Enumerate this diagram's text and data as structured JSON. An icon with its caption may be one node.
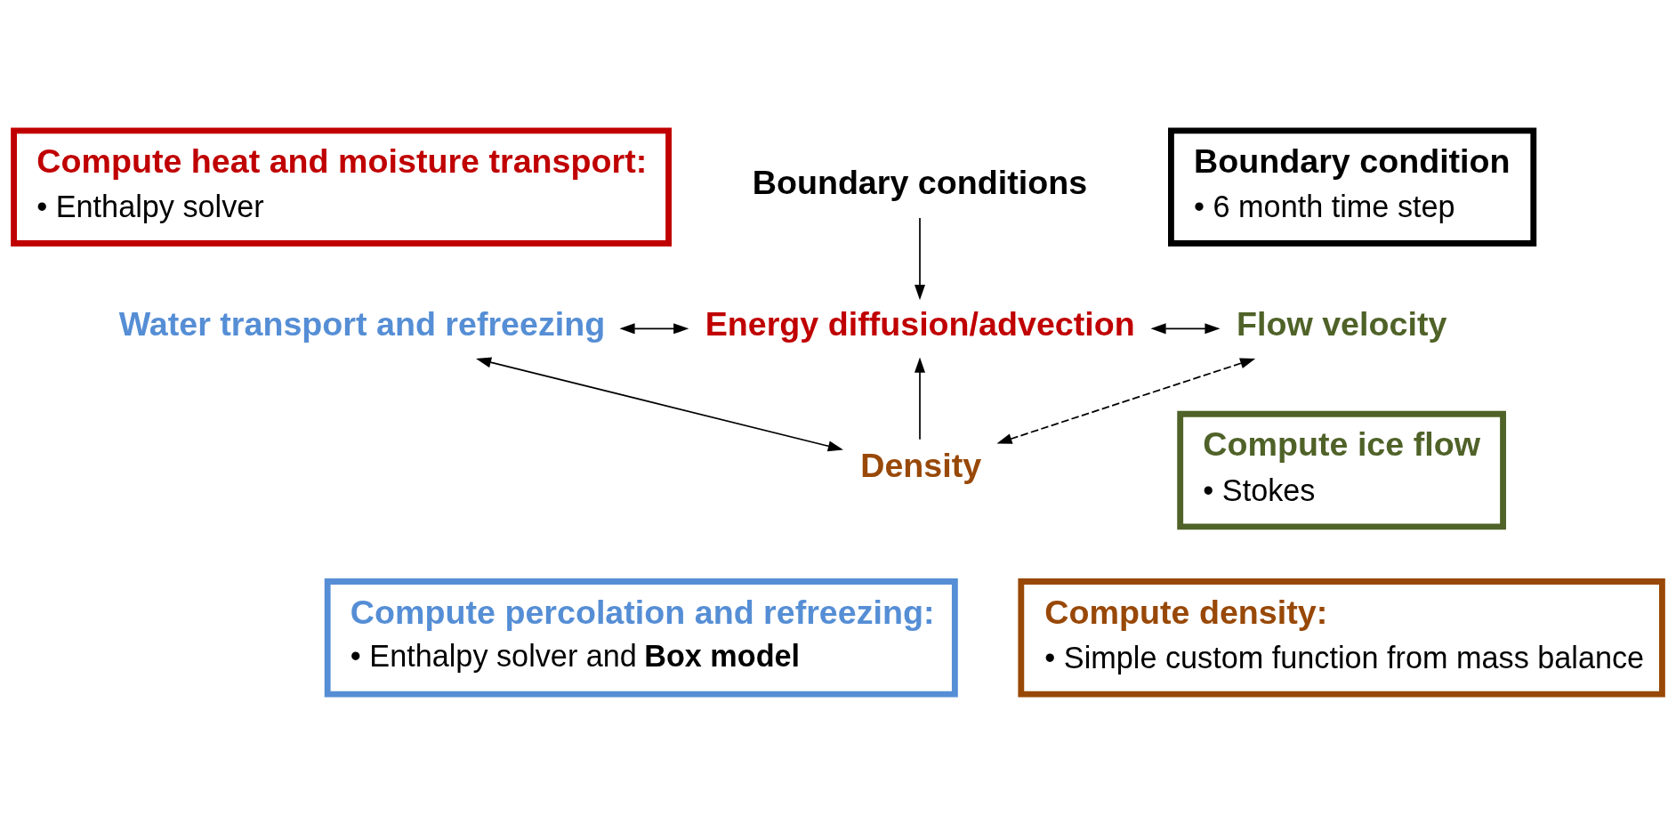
{
  "diagram": {
    "nodes": [
      {
        "text": [
          "Boundary conditions"
        ]
      },
      {
        "text": [
          "Boundary condition",
          "• 6 month time step"
        ]
      },
      {
        "text": [
          "Compute heat and moisture transport:",
          "• Enthalpy solver"
        ]
      },
      {
        "text": [
          "Water transport and refreezing"
        ]
      },
      {
        "text": [
          "Energy diffusion/advection"
        ]
      },
      {
        "text": [
          "Flow velocity"
        ]
      },
      {
        "text": [
          "Compute ice flow",
          "• Stokes"
        ]
      },
      {
        "text": [
          "Density"
        ]
      },
      {
        "text": [
          "Compute percolation and refreezing:",
          "• Enthalpy solver and **Box model**"
        ]
      },
      {
        "text": [
          "Compute density:",
          "• Simple custom function from mass balance"
        ]
      }
    ],
    "edges": [
      {
        "from": 0,
        "to": 4,
        "arrow": "to"
      },
      {
        "from": 3,
        "to": 4,
        "arrow": "both"
      },
      {
        "from": 4,
        "to": 5,
        "arrow": "both"
      },
      {
        "from": 3,
        "to": 7,
        "arrow": "both"
      },
      {
        "from": 7,
        "to": 4,
        "arrow": "to"
      },
      {
        "from": 7,
        "to": 5,
        "arrow": "both",
        "style": "dashed"
      }
    ]
  }
}
